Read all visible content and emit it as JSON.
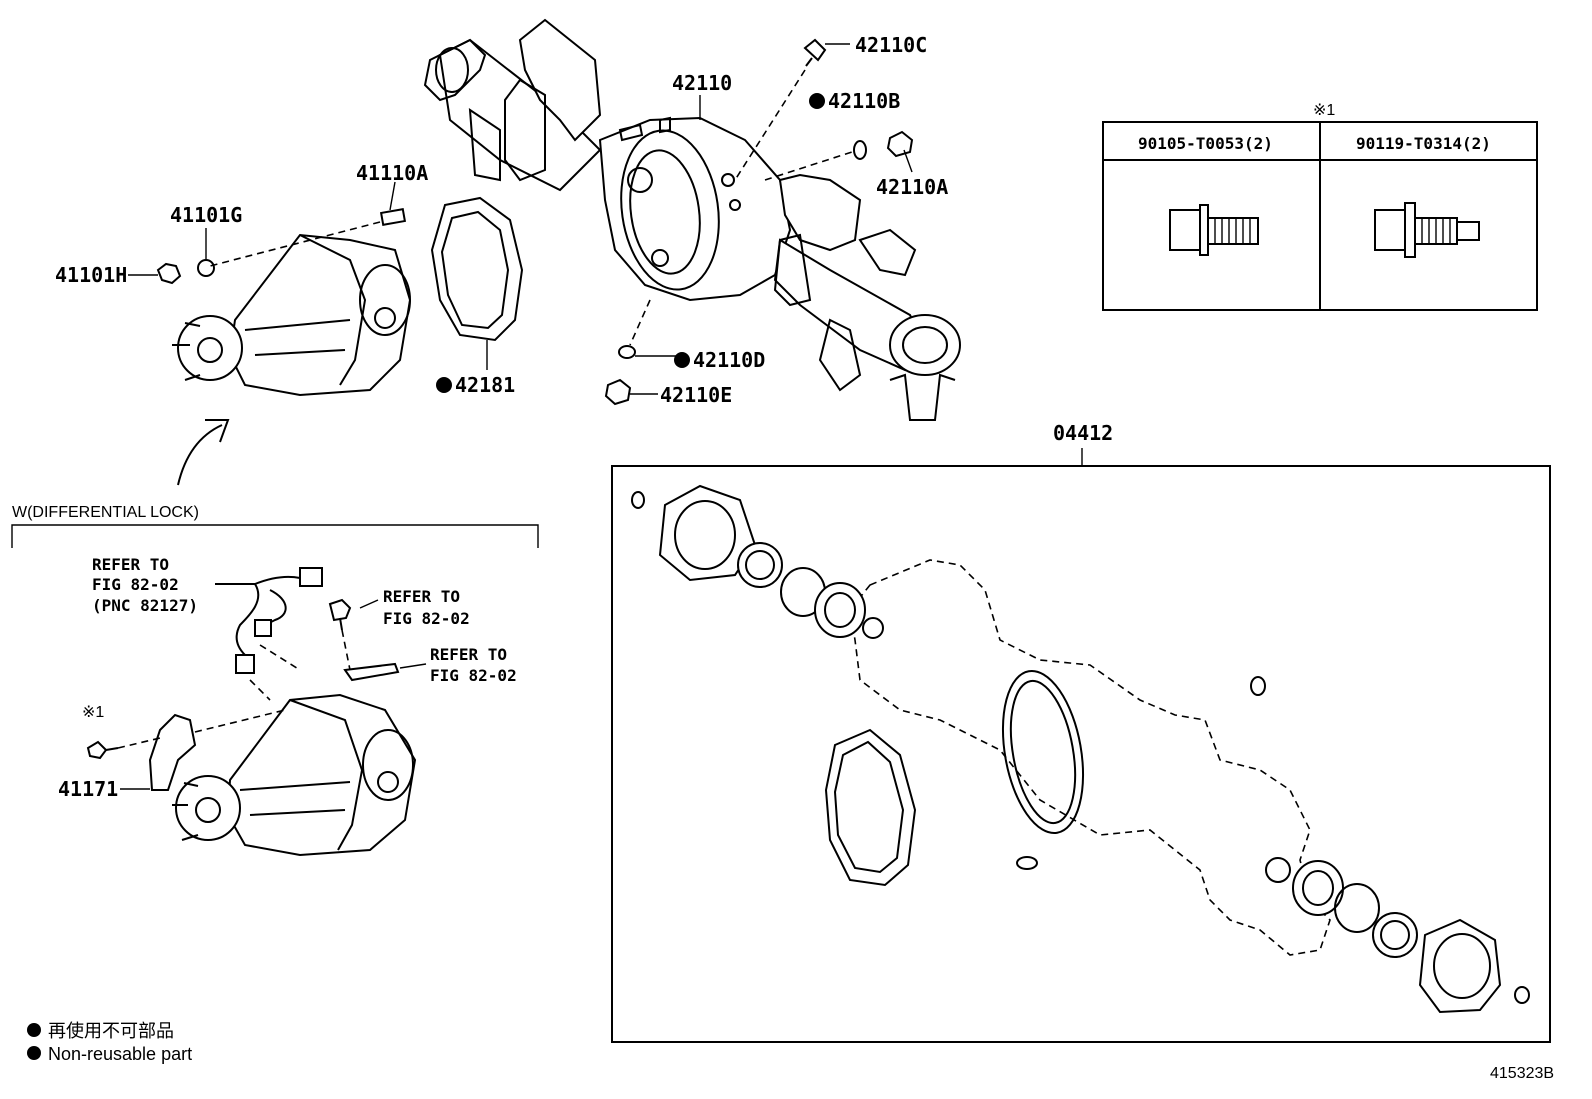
{
  "labels": {
    "p42110C": "42110C",
    "p42110": "42110",
    "p42110B": "42110B",
    "p42110A": "42110A",
    "p41110A": "41110A",
    "p41101G": "41101G",
    "p41101H": "41101H",
    "p42181": "42181",
    "p42110D": "42110D",
    "p42110E": "42110E",
    "p04412": "04412",
    "p41171": "41171"
  },
  "note_table": {
    "mark": "※1",
    "col1": "90105-T0053(2)",
    "col2": "90119-T0314(2)"
  },
  "diff_lock": {
    "header": "W(DIFFERENTIAL LOCK)",
    "mark": "※1",
    "ref1": [
      "REFER TO",
      "FIG 82-02",
      "(PNC 82127)"
    ],
    "ref2": [
      "REFER TO",
      "FIG 82-02"
    ],
    "ref3": [
      "REFER TO",
      "FIG 82-02"
    ]
  },
  "legend": {
    "line1": "再使用不可部品",
    "line2": "Non-reusable part"
  },
  "figure_id": "415323B"
}
